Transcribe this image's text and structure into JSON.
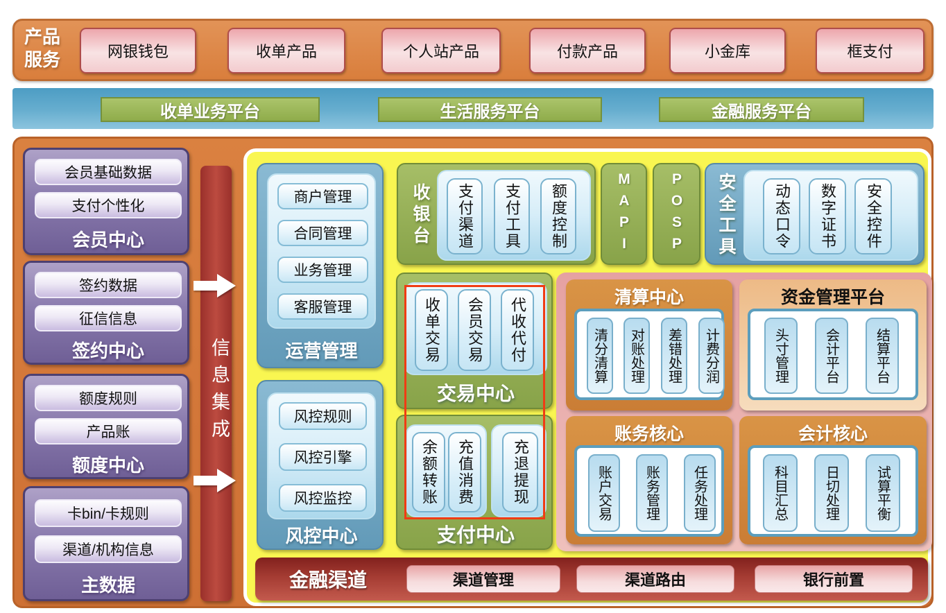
{
  "product_services": {
    "label": "产品服务",
    "items": [
      "网银钱包",
      "收单产品",
      "个人站产品",
      "付款产品",
      "小金库",
      "框支付"
    ]
  },
  "platforms": {
    "items": [
      "收单业务平台",
      "生活服务平台",
      "金融服务平台"
    ]
  },
  "left_column": {
    "groups": [
      {
        "label": "会员中心",
        "items": [
          "会员基础数据",
          "支付个性化"
        ]
      },
      {
        "label": "签约中心",
        "items": [
          "签约数据",
          "征信信息"
        ]
      },
      {
        "label": "额度中心",
        "items": [
          "额度规则",
          "产品账"
        ]
      },
      {
        "label": "主数据",
        "items": [
          "卡bin/卡规则",
          "渠道/机构信息"
        ]
      }
    ]
  },
  "integration_bar": {
    "label": "信息集成"
  },
  "operation_mgmt": {
    "label": "运营管理",
    "items": [
      "商户管理",
      "合同管理",
      "业务管理",
      "客服管理"
    ]
  },
  "cashier": {
    "label": "收银台",
    "items": [
      "支付渠道",
      "支付工具",
      "额度控制"
    ]
  },
  "mapi": {
    "label": "MAPI"
  },
  "posp": {
    "label": "POSP"
  },
  "security_tools": {
    "label": "安全工具",
    "items": [
      "动态口令",
      "数字证书",
      "安全控件"
    ]
  },
  "trade_center": {
    "label": "交易中心",
    "items": [
      "收单交易",
      "会员交易",
      "代收代付"
    ]
  },
  "risk_center": {
    "label": "风控中心",
    "items": [
      "风控规则",
      "风控引擎",
      "风控监控"
    ]
  },
  "payment_center": {
    "label": "支付中心",
    "groups": [
      [
        "余额转账",
        "充值消费"
      ],
      [
        "充退提现"
      ]
    ]
  },
  "clearing_center": {
    "label": "清算中心",
    "items": [
      "清分清算",
      "对账处理",
      "差错处理",
      "计费分润"
    ]
  },
  "fund_mgmt": {
    "label": "资金管理平台",
    "items": [
      "头寸管理",
      "会计平台",
      "结算平台"
    ]
  },
  "accounting_core": {
    "label": "账务核心",
    "items": [
      "账户交易",
      "账务管理",
      "任务处理"
    ]
  },
  "finance_core": {
    "label": "会计核心",
    "items": [
      "科目汇总",
      "日切处理",
      "试算平衡"
    ]
  },
  "finance_channel": {
    "label": "金融渠道",
    "items": [
      "渠道管理",
      "渠道路由",
      "银行前置"
    ]
  },
  "colors": {
    "banner_orange": "#D97E3C",
    "banner_blue": "#4D9DC4",
    "platform_green": "#8FAC4B",
    "main_orange": "#CE7034",
    "purple": "#6F5F96",
    "integration_red": "#9A302B",
    "panel_yellow": "#F9F651",
    "module_blue": "#629AB8",
    "module_green": "#88A349",
    "pink_region": "#E5A1A2",
    "center_orange": "#CA7D35",
    "highlight_red": "#F03C14",
    "channel_red": "#A53C33"
  }
}
